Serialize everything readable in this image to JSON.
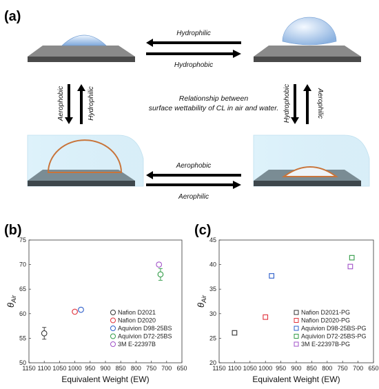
{
  "panel_labels": {
    "a": "(a)",
    "b": "(b)",
    "c": "(c)"
  },
  "schematic": {
    "top_arrow_upper": "Hydrophilic",
    "top_arrow_lower": "Hydrophobic",
    "bottom_arrow_upper": "Aerophobic",
    "bottom_arrow_lower": "Aerophilic",
    "left_arrow_down": "Aerophobic",
    "left_arrow_up": "Hydrophilic",
    "right_arrow_down": "Hydrophobic",
    "right_arrow_up": "Aerophilic",
    "center_line1": "Relationship between",
    "center_line2": "surface wettability of CL in air and water.",
    "colors": {
      "plate": "#5a5a5a",
      "droplet": "#9fc4ea",
      "bubble_outline": "#c8743a",
      "water": "#cfeaf6"
    }
  },
  "chart_data": [
    {
      "type": "scatter",
      "panel": "b",
      "xlabel": "Equivalent Weight (EW)",
      "ylabel": "θ",
      "ylabel_sub": "Air",
      "xlim": [
        1150,
        650
      ],
      "ylim": [
        50,
        75
      ],
      "xticks": [
        1150,
        1100,
        1050,
        1000,
        950,
        900,
        850,
        800,
        750,
        700,
        650
      ],
      "yticks": [
        50,
        55,
        60,
        65,
        70,
        75
      ],
      "legend_position": "bottom-right",
      "series": [
        {
          "name": "Nafion D2021",
          "color": "#333333",
          "x": 1100,
          "y": 56.0,
          "err": 1.2
        },
        {
          "name": "Nafion D2020",
          "color": "#e0303a",
          "x": 1000,
          "y": 60.4,
          "err": 0.3
        },
        {
          "name": "Aquivion D98-25BS",
          "color": "#2a5cc9",
          "x": 980,
          "y": 60.8,
          "err": 0.4
        },
        {
          "name": "Aquivion D72-25BS",
          "color": "#2f9a45",
          "x": 720,
          "y": 68.0,
          "err": 1.2
        },
        {
          "name": "3M E-22397B",
          "color": "#a050c8",
          "x": 725,
          "y": 70.0,
          "err": 0.4
        }
      ]
    },
    {
      "type": "scatter",
      "panel": "c",
      "xlabel": "Equivalent Weight (EW)",
      "ylabel": "θ",
      "ylabel_sub": "Air",
      "xlim": [
        1150,
        650
      ],
      "ylim": [
        20,
        45
      ],
      "xticks": [
        1150,
        1100,
        1050,
        1000,
        950,
        900,
        850,
        800,
        750,
        700,
        650
      ],
      "yticks": [
        20,
        25,
        30,
        35,
        40,
        45
      ],
      "legend_position": "bottom-right",
      "series": [
        {
          "name": "Nafion D2021-PG",
          "color": "#333333",
          "x": 1100,
          "y": 26.1,
          "err": 0.3
        },
        {
          "name": "Nafion D2020-PG",
          "color": "#e0303a",
          "x": 1000,
          "y": 29.3,
          "err": 0.3
        },
        {
          "name": "Aquivion D98-25BS-PG",
          "color": "#2a5cc9",
          "x": 980,
          "y": 37.7,
          "err": 0.3
        },
        {
          "name": "Aquivion D72-25BS-PG",
          "color": "#2f9a45",
          "x": 720,
          "y": 41.4,
          "err": 0.3
        },
        {
          "name": "3M E-22397B-PG",
          "color": "#a050c8",
          "x": 725,
          "y": 39.6,
          "err": 0.2
        }
      ]
    }
  ]
}
